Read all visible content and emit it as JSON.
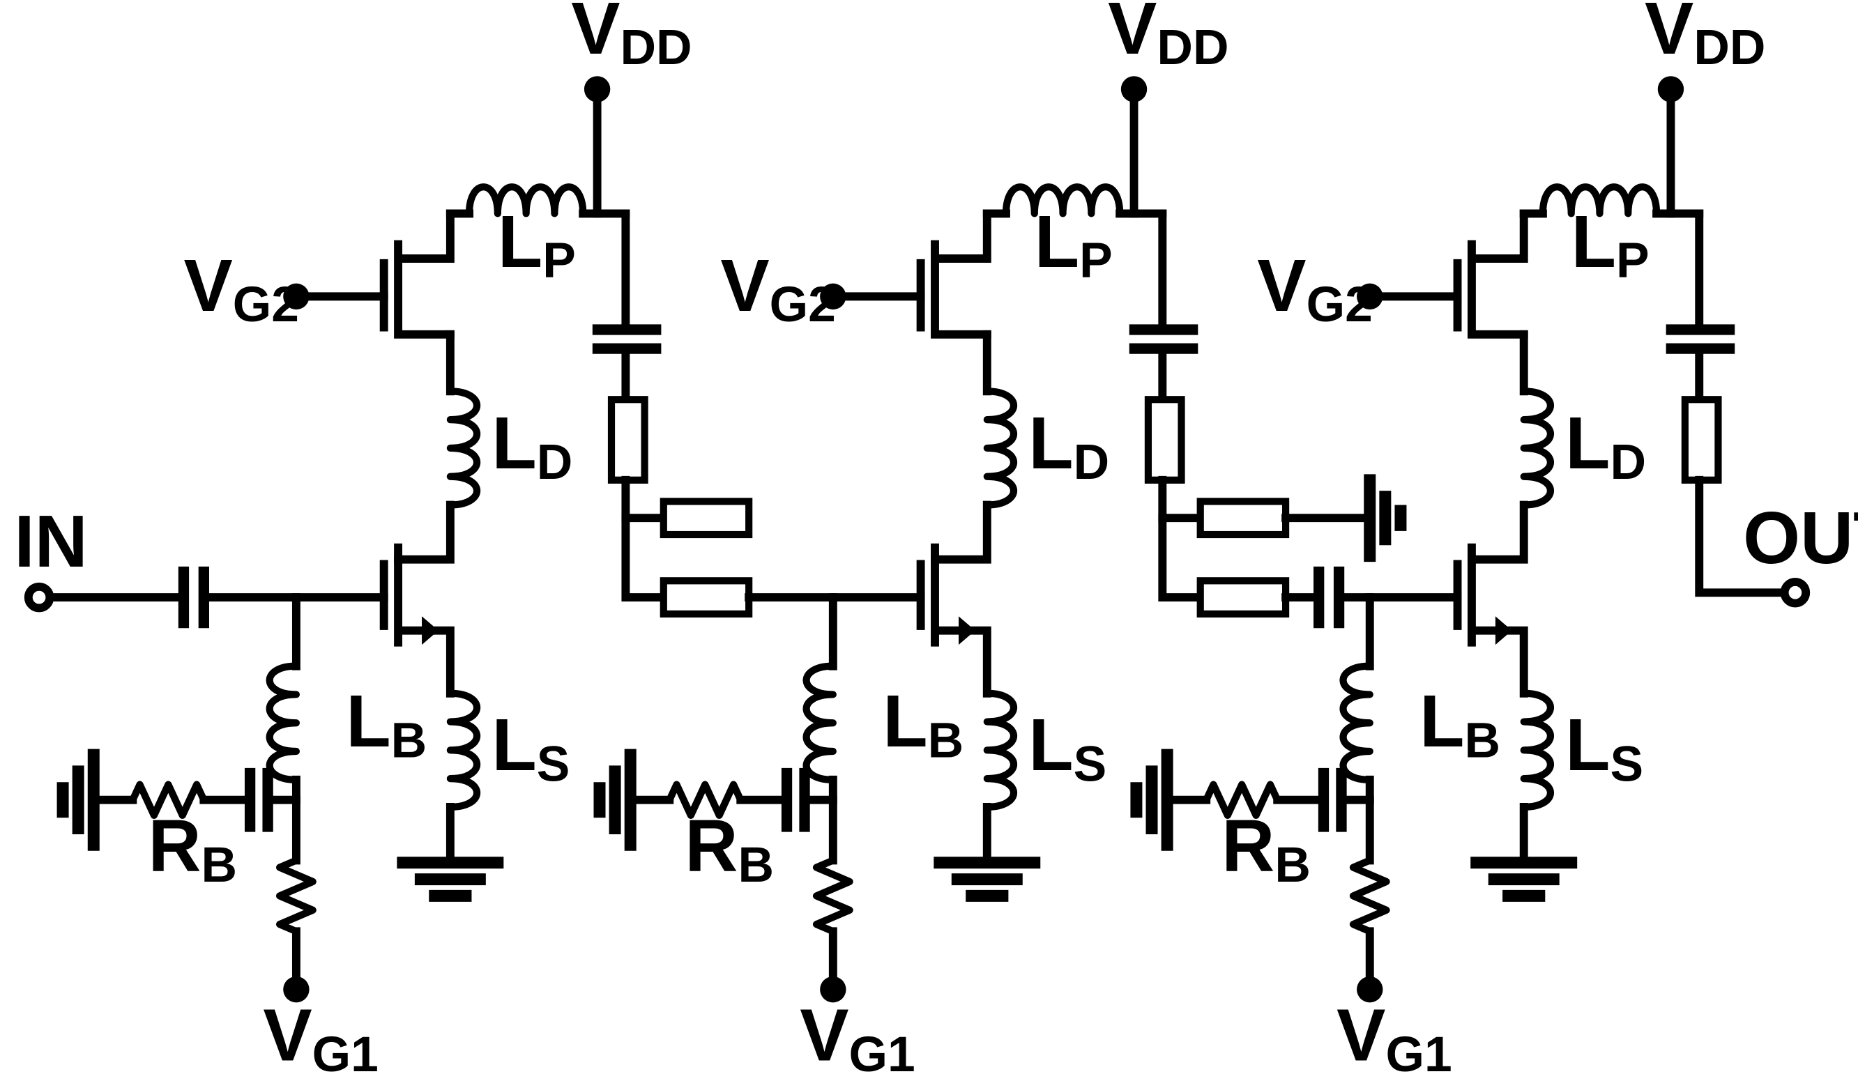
{
  "io": {
    "input": "IN",
    "output": "OUT"
  },
  "stages": [
    {
      "vdd": {
        "main": "V",
        "sub": "DD"
      },
      "vg2": {
        "main": "V",
        "sub": "G2"
      },
      "vg1": {
        "main": "V",
        "sub": "G1"
      },
      "lp": {
        "main": "L",
        "sub": "P"
      },
      "ld": {
        "main": "L",
        "sub": "D"
      },
      "lb": {
        "main": "L",
        "sub": "B"
      },
      "ls": {
        "main": "L",
        "sub": "S"
      },
      "rb": {
        "main": "R",
        "sub": "B"
      }
    },
    {
      "vdd": {
        "main": "V",
        "sub": "DD"
      },
      "vg2": {
        "main": "V",
        "sub": "G2"
      },
      "vg1": {
        "main": "V",
        "sub": "G1"
      },
      "lp": {
        "main": "L",
        "sub": "P"
      },
      "ld": {
        "main": "L",
        "sub": "D"
      },
      "lb": {
        "main": "L",
        "sub": "B"
      },
      "ls": {
        "main": "L",
        "sub": "S"
      },
      "rb": {
        "main": "R",
        "sub": "B"
      }
    },
    {
      "vdd": {
        "main": "V",
        "sub": "DD"
      },
      "vg2": {
        "main": "V",
        "sub": "G2"
      },
      "vg1": {
        "main": "V",
        "sub": "G1"
      },
      "lp": {
        "main": "L",
        "sub": "P"
      },
      "ld": {
        "main": "L",
        "sub": "D"
      },
      "lb": {
        "main": "L",
        "sub": "B"
      },
      "ls": {
        "main": "L",
        "sub": "S"
      },
      "rb": {
        "main": "R",
        "sub": "B"
      }
    }
  ]
}
